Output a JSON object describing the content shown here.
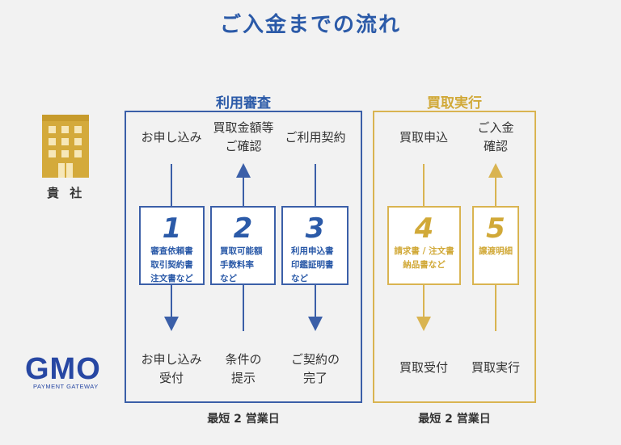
{
  "title": "ご入金までの流れ",
  "sections": {
    "review": {
      "label": "利用審査",
      "duration": "最短 2 営業日"
    },
    "purchase": {
      "label": "買取実行",
      "duration": "最短 2 営業日"
    }
  },
  "company": {
    "label": "貴 社",
    "icon": "building-icon"
  },
  "gmo": {
    "logo_text": "GMO",
    "subtitle": "PAYMENT GATEWAY"
  },
  "steps": [
    {
      "number": "1",
      "details": [
        "審査依頼書",
        "取引契約書",
        "注文書など"
      ],
      "top_label": [
        "お申し込み"
      ],
      "bottom_label": [
        "お申し込み",
        "受付"
      ],
      "direction": "down"
    },
    {
      "number": "2",
      "details": [
        "買取可能額",
        "手数料率",
        "など"
      ],
      "top_label": [
        "買取金額等",
        "ご確認"
      ],
      "bottom_label": [
        "条件の",
        "提示"
      ],
      "direction": "up"
    },
    {
      "number": "3",
      "details": [
        "利用申込書",
        "印鑑証明書",
        "など"
      ],
      "top_label": [
        "ご利用契約"
      ],
      "bottom_label": [
        "ご契約の",
        "完了"
      ],
      "direction": "down"
    },
    {
      "number": "4",
      "details": [
        "請求書 / 注文書",
        "納品書など"
      ],
      "top_label": [
        "買取申込"
      ],
      "bottom_label": [
        "買取受付"
      ],
      "direction": "down"
    },
    {
      "number": "5",
      "details": [
        "譲渡明細"
      ],
      "top_label": [
        "ご入金",
        "確認"
      ],
      "bottom_label": [
        "買取実行"
      ],
      "direction": "up"
    }
  ],
  "colors": {
    "blue": "#2b5aa8",
    "gold": "#d1a938",
    "background": "#f2f2f2"
  }
}
